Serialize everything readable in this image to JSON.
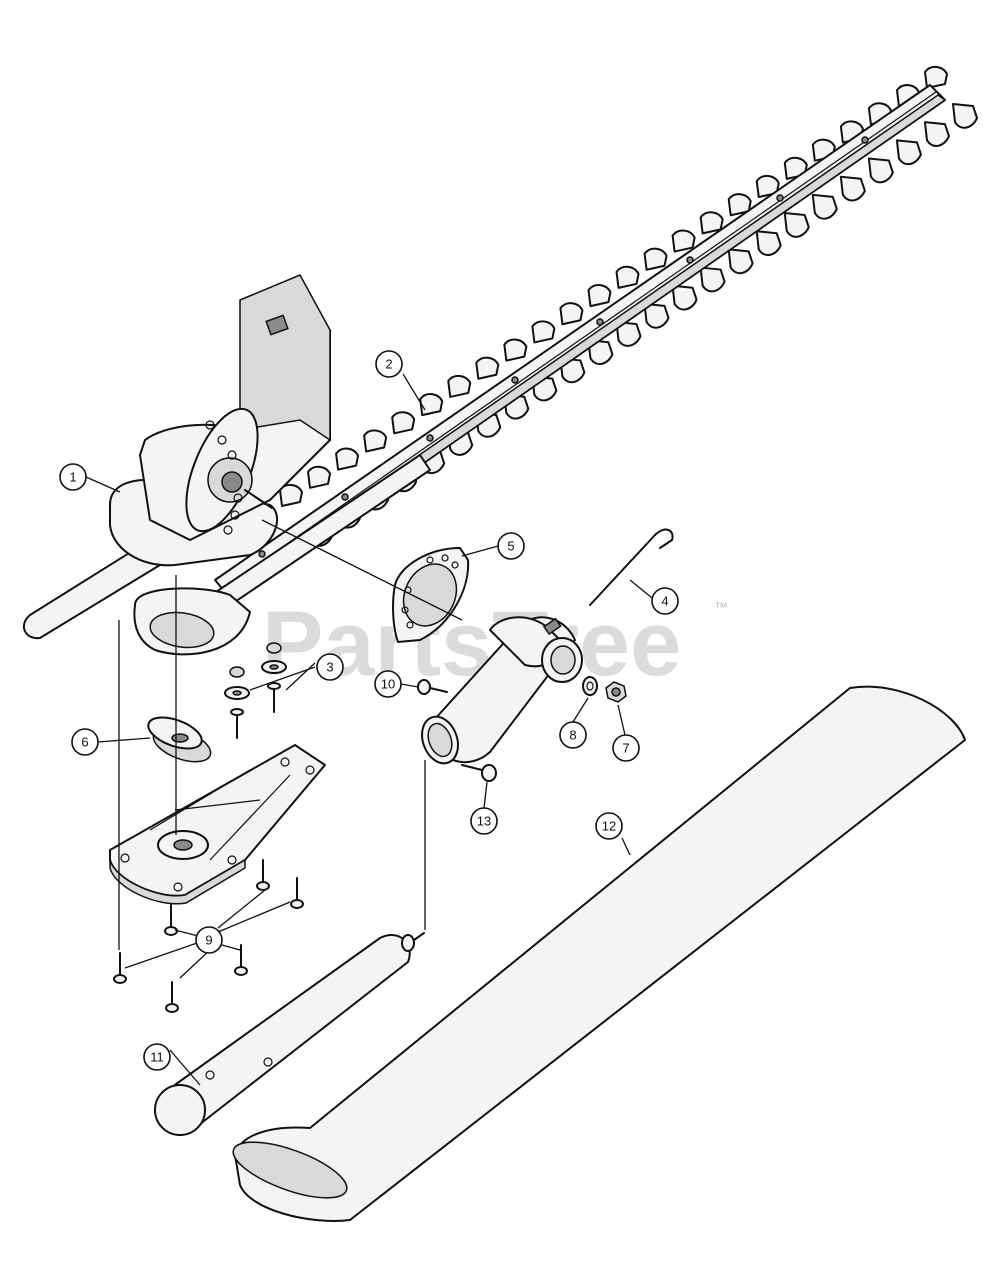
{
  "watermark": {
    "text": "PartsTree",
    "trademark": "™"
  },
  "callouts": [
    {
      "id": "c1",
      "label": "1"
    },
    {
      "id": "c2",
      "label": "2"
    },
    {
      "id": "c3",
      "label": "3"
    },
    {
      "id": "c4",
      "label": "4"
    },
    {
      "id": "c5",
      "label": "5"
    },
    {
      "id": "c6",
      "label": "6"
    },
    {
      "id": "c7",
      "label": "7"
    },
    {
      "id": "c8",
      "label": "8"
    },
    {
      "id": "c9",
      "label": "9"
    },
    {
      "id": "c10",
      "label": "10"
    },
    {
      "id": "c11",
      "label": "11"
    },
    {
      "id": "c12",
      "label": "12"
    },
    {
      "id": "c13",
      "label": "13"
    }
  ]
}
